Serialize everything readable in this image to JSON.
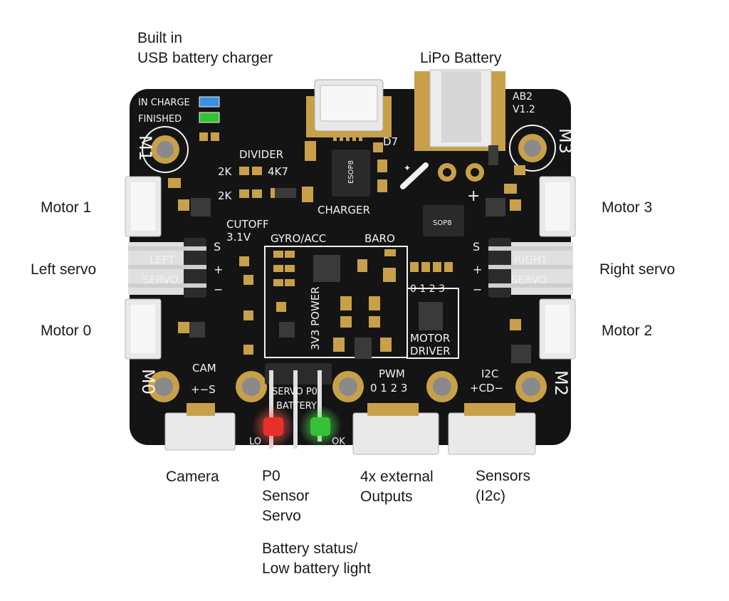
{
  "callouts": {
    "charger": [
      "Built in",
      "USB battery charger"
    ],
    "battery": [
      "LiPo Battery"
    ],
    "motor1": [
      "Motor 1"
    ],
    "left_servo": [
      "Left servo"
    ],
    "motor0": [
      "Motor 0"
    ],
    "motor3": [
      "Motor 3"
    ],
    "right_servo": [
      "Right servo"
    ],
    "motor2": [
      "Motor 2"
    ],
    "camera": [
      "Camera"
    ],
    "p0": [
      "P0",
      "Sensor",
      "Servo"
    ],
    "pwm_out": [
      "4x external",
      "Outputs"
    ],
    "sensors": [
      "Sensors",
      "(I2c)"
    ],
    "battery_status": [
      "Battery status/",
      "Low battery light"
    ]
  },
  "silkscreen": {
    "in_charge": "IN CHARGE",
    "finished": "FINISHED",
    "m1": "M1",
    "m0": "M0",
    "m2": "M2",
    "m3": "M3",
    "divider": "DIVIDER",
    "r_2k_a": "2K",
    "r_2k_b": "2K",
    "r_4k7": "4K7",
    "esop8": "ESOP8",
    "d7": "D7",
    "charger": "CHARGER",
    "board_id": "AB2",
    "version": "V1.2",
    "cutoff": "CUTOFF",
    "cutoff_v": "3.1V",
    "gyro": "GYRO/ACC",
    "baro": "BARO",
    "left": "LEFT",
    "servo_l": "SERVO",
    "right": "RIGHT",
    "servo_r": "SERVO",
    "s_l": "S",
    "plus_l": "+",
    "minus_l": "−",
    "s_r": "S",
    "plus_r": "+",
    "minus_r": "−",
    "sop8": "SOP8",
    "pwm_idx": "0 1 2 3",
    "power": "3V3 POWER",
    "motor": "MOTOR",
    "driver": "DRIVER",
    "cam": "CAM",
    "cam_pins": "+−S",
    "servo_p0": "SERVO P0",
    "battery": "BATTERY",
    "pwm": "PWM",
    "pwm_pins": "0 1 2 3",
    "i2c": "I2C",
    "i2c_pins": "+CD−",
    "lo": "LO",
    "ok": "OK",
    "plus_batt": "+"
  },
  "colors": {
    "pcb": "#141414",
    "gold": "#c8a04a",
    "silk": "#f2f2f2",
    "led_red": "#e8302a",
    "led_green": "#35c235",
    "led_blue": "#3a8fe0",
    "connector": "#e9e9e9"
  }
}
